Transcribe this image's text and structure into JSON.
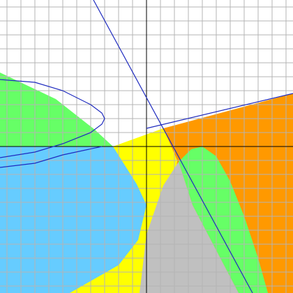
{
  "chart_data": {
    "type": "area",
    "title": "",
    "xlabel": "",
    "ylabel": "",
    "xlim": [
      -10.5,
      10.5
    ],
    "ylim": [
      -10.5,
      10.5
    ],
    "grid": true,
    "axes": true,
    "tick_labels": false,
    "legend": "none",
    "colors": {
      "grid": "#b4b4b4",
      "axis": "#000000",
      "curve": "#1f2bbf",
      "orange": "#ff9900",
      "yellow": "#ffff00",
      "blue": "#66ccff",
      "green": "#66ff66",
      "gray": "#c0c0c0"
    },
    "regions": [
      {
        "id": "orange-wedge",
        "fill": "orange",
        "boundary": [
          [
            1.2,
            1.3
          ],
          [
            10.5,
            3.8
          ],
          [
            10.5,
            -10.5
          ],
          [
            1.0,
            -10.5
          ],
          [
            2.2,
            -1.0
          ]
        ]
      },
      {
        "id": "yellow-wedge",
        "fill": "yellow",
        "boundary": [
          [
            -2.4,
            0.0
          ],
          [
            1.2,
            1.3
          ],
          [
            2.2,
            -1.0
          ],
          [
            1.0,
            -10.5
          ],
          [
            -5.5,
            -10.5
          ]
        ]
      },
      {
        "id": "blue-region",
        "fill": "blue",
        "boundary": [
          [
            -10.5,
            0.0
          ],
          [
            -2.4,
            0.0
          ],
          [
            -0.7,
            -2.7
          ],
          [
            0.0,
            -4.2
          ],
          [
            -0.6,
            -6.7
          ],
          [
            -2.0,
            -8.5
          ],
          [
            -5.5,
            -10.5
          ],
          [
            -10.5,
            -10.5
          ]
        ]
      },
      {
        "id": "green-top-left",
        "fill": "green",
        "boundary": [
          [
            -10.5,
            5.3
          ],
          [
            -6.5,
            3.4
          ],
          [
            -3.7,
            1.2
          ],
          [
            -2.4,
            0.0
          ],
          [
            -10.5,
            0.0
          ]
        ]
      },
      {
        "id": "green-bottom-right",
        "fill": "green",
        "boundary": [
          [
            2.3,
            -1.1
          ],
          [
            3.2,
            -0.2
          ],
          [
            4.0,
            0.0
          ],
          [
            5.0,
            -0.7
          ],
          [
            6.0,
            -2.5
          ],
          [
            7.0,
            -5.0
          ],
          [
            8.0,
            -8.0
          ],
          [
            8.7,
            -10.5
          ],
          [
            6.6,
            -10.5
          ],
          [
            3.3,
            -4.2
          ]
        ]
      },
      {
        "id": "gray-wedge",
        "fill": "gray",
        "boundary": [
          [
            2.3,
            -1.1
          ],
          [
            3.3,
            -4.2
          ],
          [
            6.6,
            -10.5
          ],
          [
            -0.5,
            -10.5
          ],
          [
            0.0,
            -6.3
          ],
          [
            1.2,
            -2.8
          ]
        ]
      }
    ],
    "curves": [
      {
        "id": "steep-line",
        "stroke": "curve",
        "points": [
          [
            -3.8,
            10.5
          ],
          [
            7.6,
            -10.5
          ]
        ]
      },
      {
        "id": "shallow-line",
        "stroke": "curve",
        "points": [
          [
            0.0,
            1.3
          ],
          [
            10.5,
            3.8
          ]
        ]
      },
      {
        "id": "sideways-parabola-upper",
        "stroke": "curve",
        "points": [
          [
            -10.5,
            4.8
          ],
          [
            -8.0,
            4.6
          ],
          [
            -6.0,
            4.0
          ],
          [
            -4.0,
            3.0
          ],
          [
            -3.2,
            2.4
          ],
          [
            -3.0,
            2.0
          ],
          [
            -3.2,
            1.6
          ],
          [
            -4.0,
            1.0
          ],
          [
            -6.0,
            0.2
          ],
          [
            -8.0,
            -0.4
          ],
          [
            -10.5,
            -0.8
          ]
        ]
      },
      {
        "id": "sideways-parabola-lower",
        "stroke": "curve",
        "points": [
          [
            -10.5,
            -1.5
          ],
          [
            -8.0,
            -1.2
          ],
          [
            -6.0,
            -0.6
          ],
          [
            -3.2,
            0.0
          ]
        ]
      }
    ]
  }
}
